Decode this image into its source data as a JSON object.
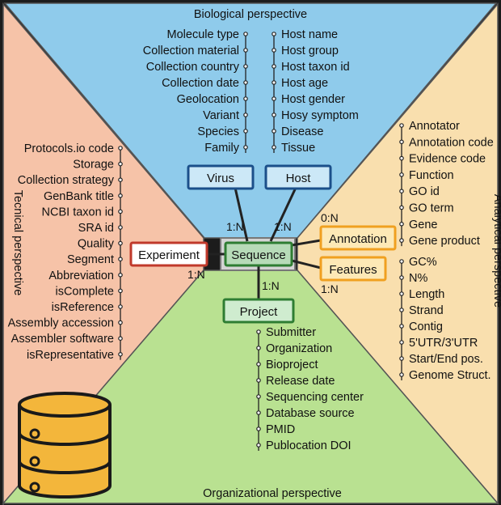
{
  "perspectives": {
    "biological": "Biological perspective",
    "technical": "Tecnical perspective",
    "analytical": "Analytical perspective",
    "organizational": "Organizational perspective"
  },
  "entities": {
    "virus": "Virus",
    "host": "Host",
    "sequence": "Sequence",
    "experiment": "Experiment",
    "annotation": "Annotation",
    "features": "Features",
    "project": "Project"
  },
  "cardinalities": {
    "virus_seq": "1:N",
    "host_seq": "1:N",
    "annotation_seq": "0:N",
    "experiment_seq": "1:N",
    "features_seq": "1:N",
    "project_seq": "1:N"
  },
  "virus_attributes": [
    "Molecule type",
    "Collection material",
    "Collection country",
    "Collection date",
    "Geolocation",
    "Variant",
    "Species",
    "Family"
  ],
  "host_attributes": [
    "Host name",
    "Host group",
    "Host taxon id",
    "Host age",
    "Host gender",
    "Hosy symptom",
    "Disease",
    "Tissue"
  ],
  "experiment_attributes": [
    "Protocols.io code",
    "Storage",
    "Collection strategy",
    "GenBank title",
    "NCBI taxon id",
    "SRA id",
    "Quality",
    "Segment",
    "Abbreviation",
    "isComplete",
    "isReference",
    "Assembly accession",
    "Assembler software",
    "isRepresentative"
  ],
  "annotation_attributes": [
    "Annotator",
    "Annotation code",
    "Evidence code",
    "Function",
    "GO id",
    "GO term",
    "Gene",
    "Gene product"
  ],
  "features_attributes": [
    "GC%",
    "N%",
    "Length",
    "Strand",
    "Contig",
    "5'UTR/3'UTR",
    "Start/End pos.",
    "Genome Struct."
  ],
  "project_attributes": [
    "Submitter",
    "Organization",
    "Bioproject",
    "Release date",
    "Sequencing center",
    "Database source",
    "PMID",
    "Publocation DOI"
  ],
  "colors": {
    "biological_bg": "#8fcbeb",
    "technical_bg": "#f6c3a8",
    "analytical_bg": "#f9dfae",
    "organizational_bg": "#b9e191",
    "virus_border": "#1b4f8a",
    "experiment_border": "#c0392b",
    "annotation_border": "#f0a020",
    "project_border": "#2e7d32",
    "database_fill": "#f3b63b"
  }
}
